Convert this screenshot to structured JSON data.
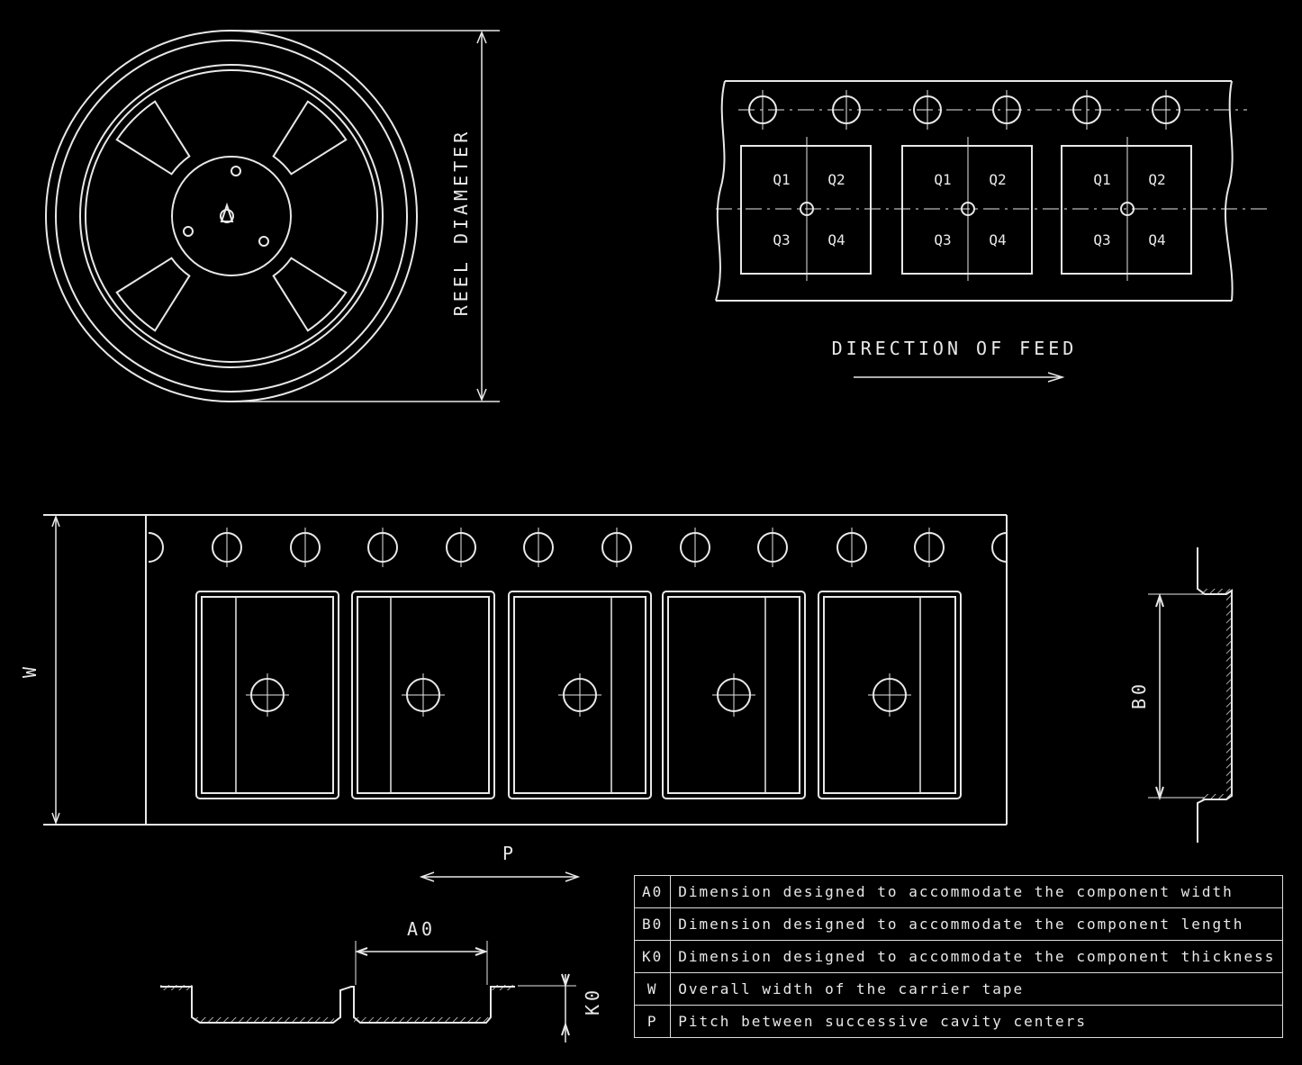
{
  "reel": {
    "diameter_label": "REEL DIAMETER"
  },
  "feed": {
    "direction_label": "DIRECTION OF FEED",
    "quadrant_labels": [
      "Q1",
      "Q2",
      "Q3",
      "Q4"
    ]
  },
  "tape": {
    "width_label": "W",
    "pitch_label": "P"
  },
  "cross_section": {
    "width_label": "A0",
    "depth_label": "K0"
  },
  "side_view": {
    "length_label": "B0"
  },
  "legend": {
    "rows": [
      {
        "symbol": "A0",
        "description": "Dimension designed to accommodate the component width"
      },
      {
        "symbol": "B0",
        "description": "Dimension designed to accommodate the component length"
      },
      {
        "symbol": "K0",
        "description": "Dimension designed to accommodate the component thickness"
      },
      {
        "symbol": "W",
        "description": "Overall width of the carrier tape"
      },
      {
        "symbol": "P",
        "description": "Pitch between successive cavity centers"
      }
    ]
  },
  "colors": {
    "background": "#000000",
    "line": "#e8e8e8"
  }
}
